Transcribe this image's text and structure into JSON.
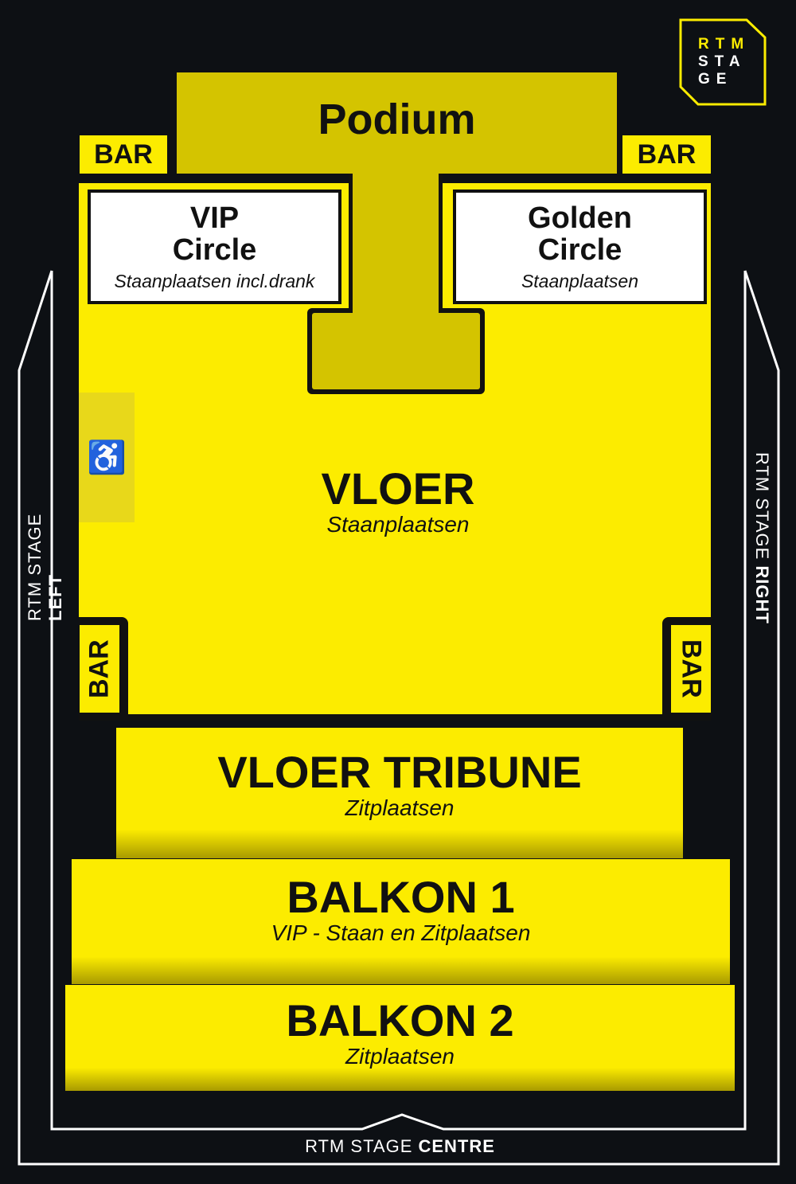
{
  "logo": {
    "line1": "RTM",
    "line2": "STA",
    "line3": "GE"
  },
  "stage": {
    "label": "Podium"
  },
  "bars": {
    "top_left": "BAR",
    "top_right": "BAR",
    "side_left": "BAR",
    "side_right": "BAR"
  },
  "vip": {
    "title_1": "VIP",
    "title_2": "Circle",
    "subtitle": "Staanplaatsen incl.drank"
  },
  "golden": {
    "title_1": "Golden",
    "title_2": "Circle",
    "subtitle": "Staanplaatsen"
  },
  "accessibility": {
    "icon": "wheelchair-icon"
  },
  "vloer": {
    "title": "VLOER",
    "subtitle": "Staanplaatsen"
  },
  "vloer_tribune": {
    "title": "VLOER TRIBUNE",
    "subtitle": "Zitplaatsen"
  },
  "balkon1": {
    "title": "BALKON 1",
    "subtitle": "VIP - Staan en Zitplaatsen"
  },
  "balkon2": {
    "title": "BALKON 2",
    "subtitle": "Zitplaatsen"
  },
  "sides": {
    "left_light": "RTM STAGE ",
    "left_bold": "LEFT",
    "right_light": "RTM STAGE ",
    "right_bold": "RIGHT",
    "centre_light": "RTM STAGE ",
    "centre_bold": "CENTRE"
  },
  "colors": {
    "background": "#0d1014",
    "yellow": "#fcec00",
    "stage": "#d4c400"
  }
}
